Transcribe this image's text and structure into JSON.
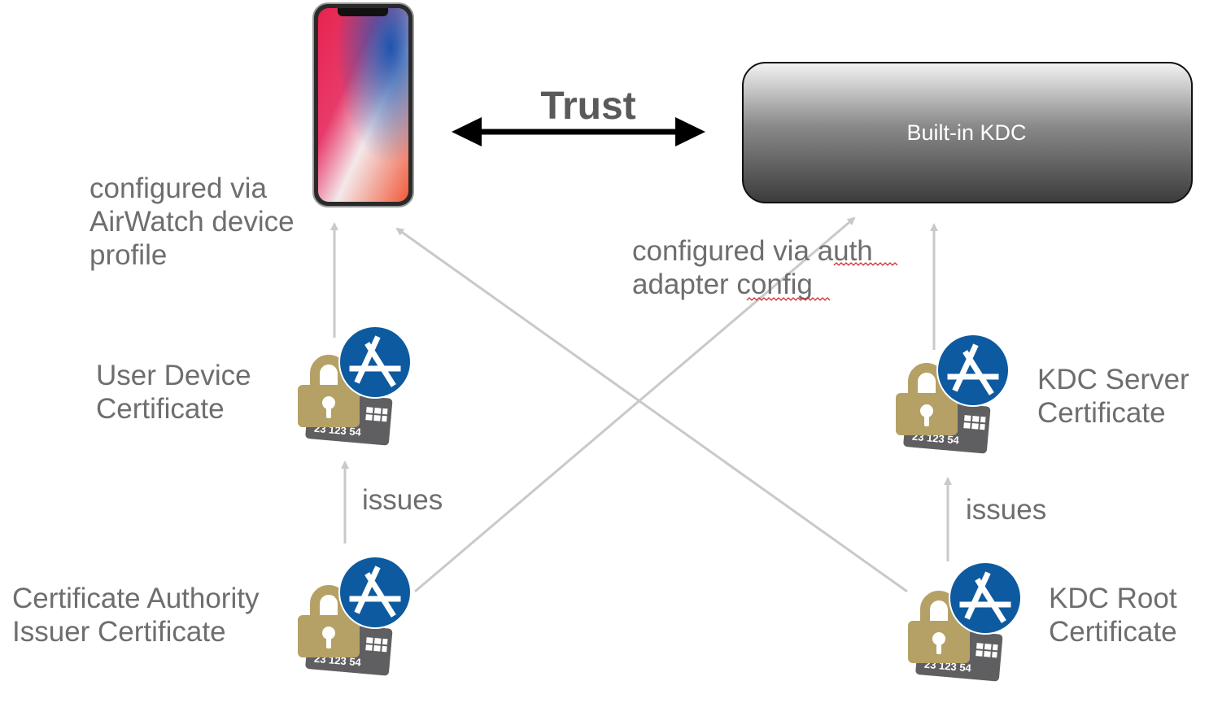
{
  "trust": {
    "label": "Trust"
  },
  "kdc": {
    "label": "Built-in KDC"
  },
  "phone_note": {
    "lines": [
      "configured via",
      "AirWatch device",
      "profile"
    ]
  },
  "auth_note": {
    "lines": [
      "configured via auth",
      "adapter config"
    ]
  },
  "user_cert": {
    "lines": [
      "User Device",
      "Certificate"
    ]
  },
  "ca_cert": {
    "lines": [
      "Certificate Authority",
      "Issuer Certificate"
    ]
  },
  "kdc_server_cert": {
    "lines": [
      "KDC Server",
      "Certificate"
    ]
  },
  "kdc_root_cert": {
    "lines": [
      "KDC Root",
      "Certificate"
    ]
  },
  "issues_left": "issues",
  "issues_right": "issues",
  "card_number": "23 123 54",
  "colors": {
    "lock": "#b5a165",
    "appstore": "#0d5aa0",
    "card": "#5f5f62",
    "connector": "#c9c9c9",
    "text": "#6e6e6e"
  },
  "icons": [
    "smartphone-icon",
    "lock-icon",
    "app-store-icon",
    "credit-card-icon"
  ]
}
